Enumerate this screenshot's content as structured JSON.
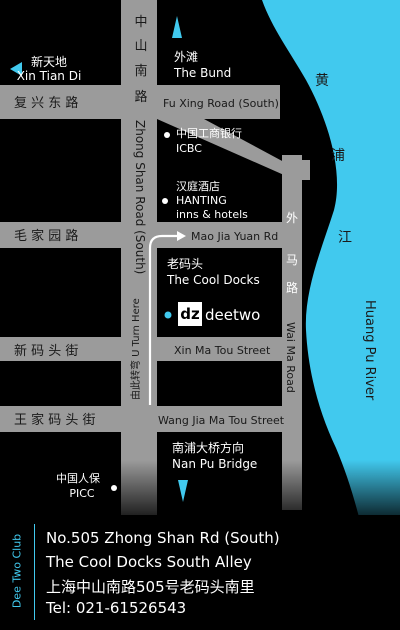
{
  "map_labels": {
    "zhong_shan_vertical": [
      "中",
      "山",
      "南",
      "路"
    ],
    "zhong_shan_rotated": "Zhong Shan Road (South)",
    "u_turn_note": "由此转弯 U Turn Here",
    "xintiandi_cn": "新天地",
    "xintiandi_en": "Xin Tian Di",
    "bund_cn": "外滩",
    "bund_en": "The Bund",
    "fuxing_cn": "复 兴 东 路",
    "fuxing_en": "Fu Xing Road (South)",
    "icbc_cn": "中国工商银行",
    "icbc_en": "ICBC",
    "hanting_cn": "汉庭酒店",
    "hanting_en1": "HANTING",
    "hanting_en2": "inns & hotels",
    "maojia_cn": "毛 家 园 路",
    "maojia_en": "Mao Jia Yuan Rd",
    "waima_vertical": [
      "外",
      "马",
      "路"
    ],
    "waima_en": "Wai Ma Road",
    "cooldocks_cn": "老码头",
    "cooldocks_en": "The Cool Docks",
    "logo_text": "deetwo",
    "xinma_cn": "新 码 头 街",
    "xinma_en": "Xin Ma Tou Street",
    "wangjia_cn": "王 家 码 头 街",
    "wangjia_en": "Wang Jia Ma Tou Street",
    "picc_cn": "中国人保",
    "picc_en": "PICC",
    "nanpu_cn": "南浦大桥方向",
    "nanpu_en": "Nan Pu Bridge",
    "river_cn": [
      "黄",
      "浦",
      "江"
    ],
    "river_en": "Huang Pu River"
  },
  "info": {
    "club_name": "Dee Two Club",
    "line1": "No.505 Zhong Shan Rd (South)",
    "line2": "The Cool Docks South Alley",
    "line3": "上海中山南路505号老码头南里",
    "line4": "Tel: 021-61526543"
  },
  "colors": {
    "background": "#000000",
    "road": "#9b9b9b",
    "river": "#41c9ee",
    "text": "#ffffff",
    "road_text": "#1a1a1a",
    "accent": "#41c9ee"
  }
}
